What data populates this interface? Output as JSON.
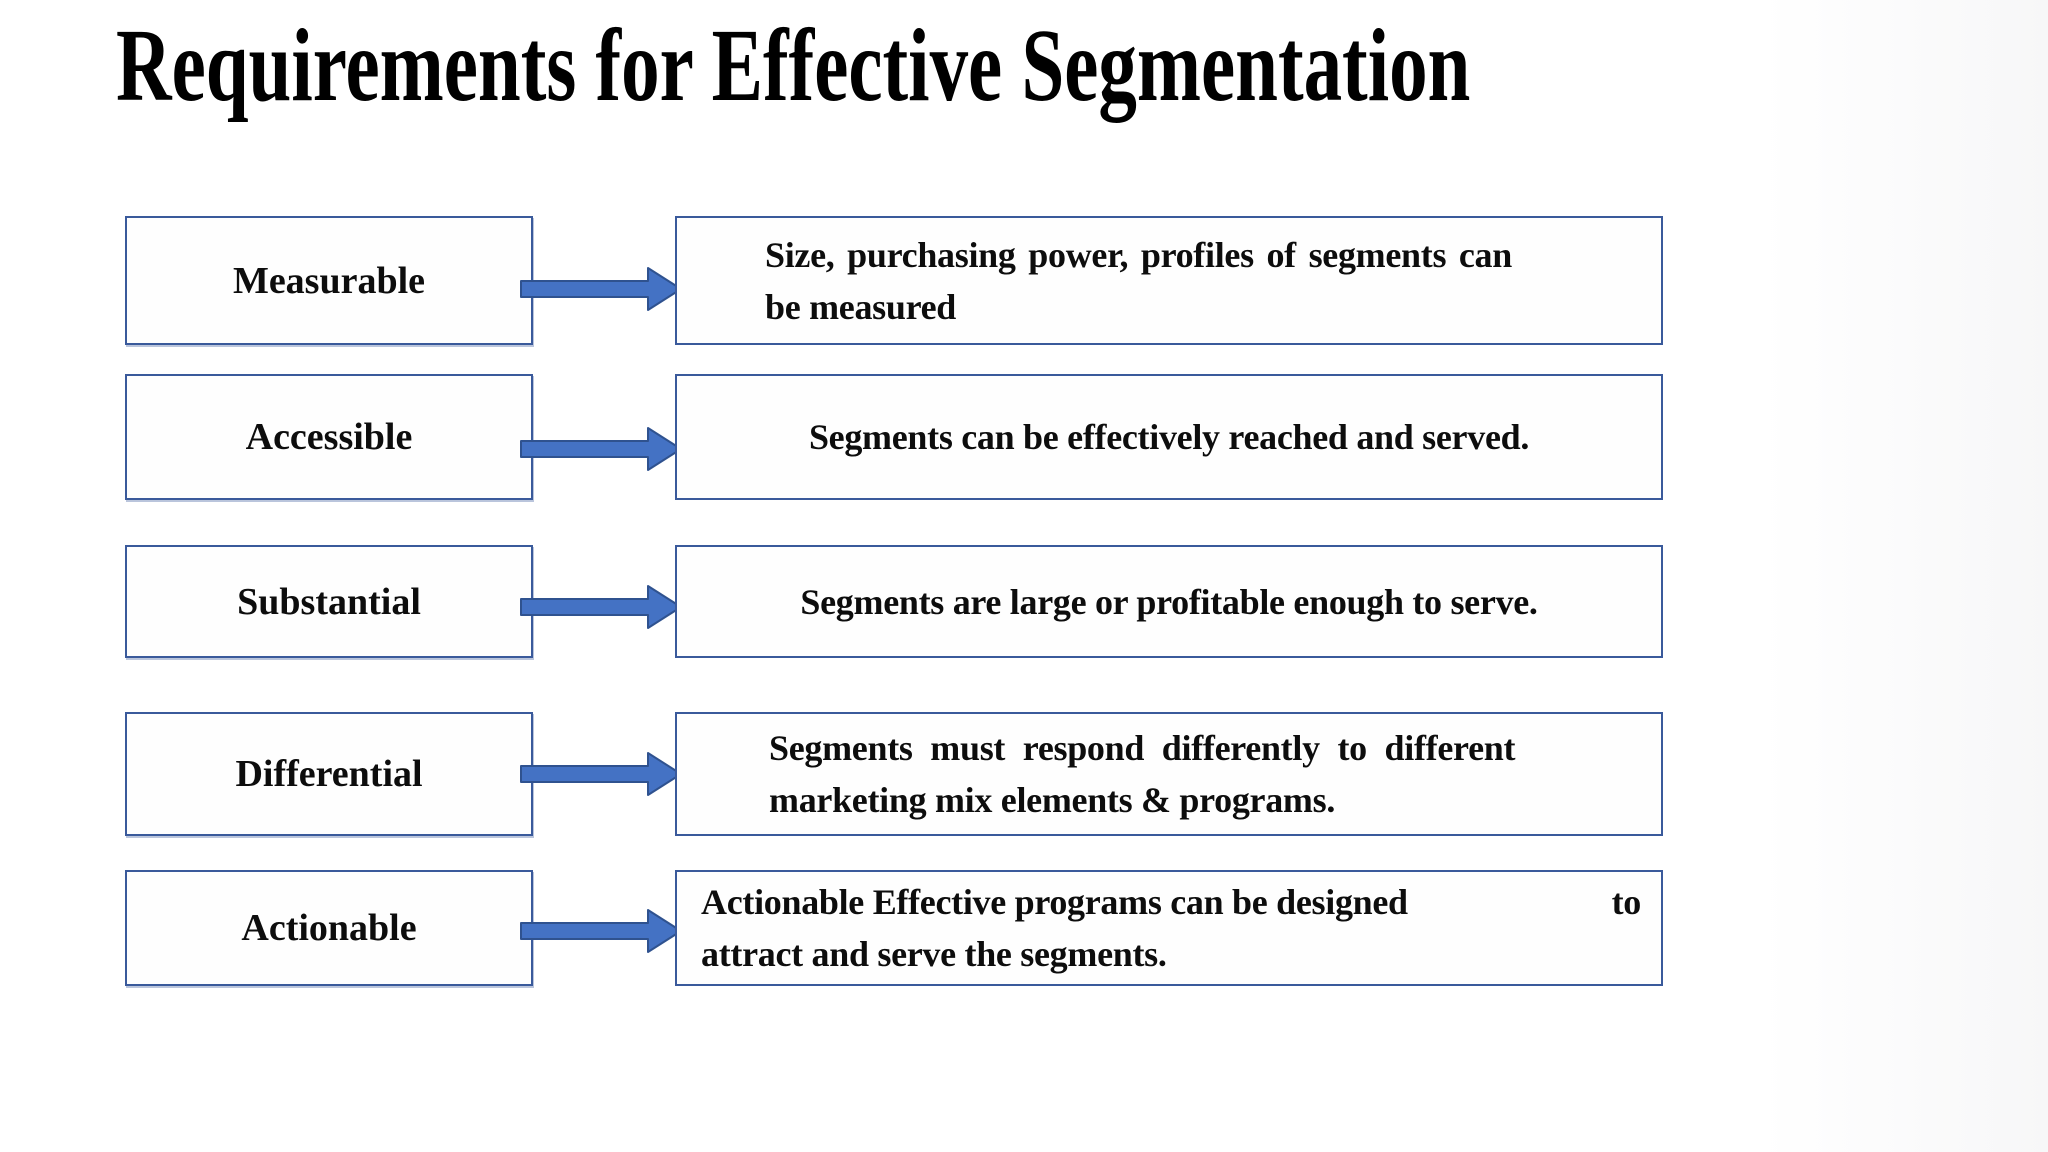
{
  "title": "Requirements for Effective Segmentation",
  "colors": {
    "box_border": "#3a5a9b",
    "arrow_fill": "#4472c4",
    "arrow_stroke": "#2f528f",
    "text": "#0d0d0d",
    "background": "#ffffff"
  },
  "rows": [
    {
      "label": "Measurable",
      "desc_lines": [
        "Size, purchasing power, profiles of segments can",
        "be measured"
      ]
    },
    {
      "label": "Accessible",
      "desc_lines": [
        "Segments can be effectively reached and served."
      ]
    },
    {
      "label": "Substantial",
      "desc_lines": [
        "Segments are large or profitable enough to serve."
      ]
    },
    {
      "label": "Differential",
      "desc_lines": [
        "Segments must respond differently to different",
        "marketing mix elements & programs."
      ]
    },
    {
      "label": "Actionable",
      "desc_lines": [
        "Actionable Effective programs can be designed",
        "to",
        "attract and serve the segments."
      ]
    }
  ],
  "icons": {
    "arrow": "right-arrow"
  }
}
